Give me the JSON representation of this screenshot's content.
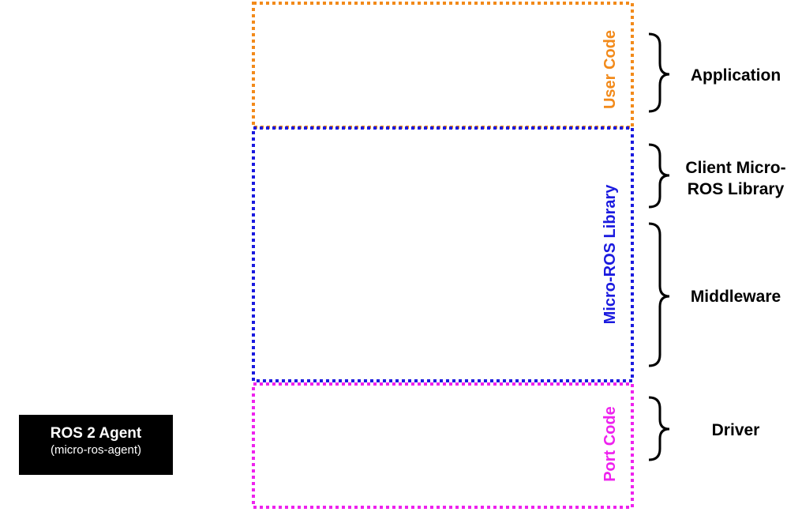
{
  "layers": {
    "user_code": {
      "label": "User Code",
      "color": "#f28a1a"
    },
    "micro_ros_library": {
      "label": "Micro-ROS Library",
      "color": "#1a1adf"
    },
    "port_code": {
      "label": "Port Code",
      "color": "#ee22ee"
    }
  },
  "components": {
    "application": {
      "label": "Application"
    },
    "client_library": {
      "label_line1": "Client Micro-",
      "label_line2": "ROS Library"
    },
    "middleware": {
      "label": "Middleware"
    },
    "driver": {
      "label": "Driver"
    }
  },
  "agent": {
    "title": "ROS 2 Agent",
    "subtitle": "(micro-ros-agent)"
  }
}
